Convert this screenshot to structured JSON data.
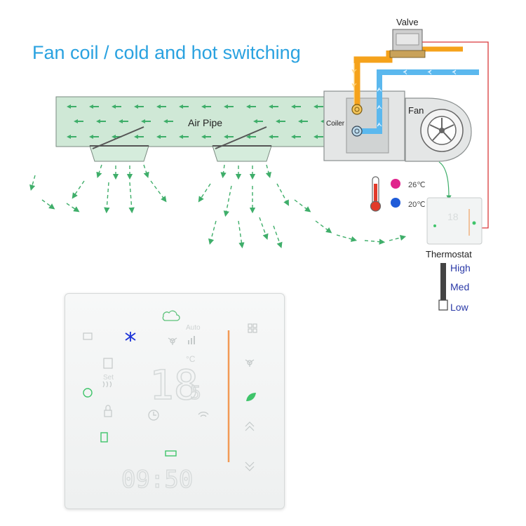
{
  "title": "Fan coil / cold and hot switching",
  "labels": {
    "valve": "Valve",
    "air_pipe": "Air Pipe",
    "coiler": "Coiler",
    "fan": "Fan",
    "thermostat": "Thermostat"
  },
  "temperatures": {
    "hot": "26℃",
    "cold": "20℃"
  },
  "fan_speeds": [
    "High",
    "Med",
    "Low"
  ],
  "thermostat_display": {
    "temperature": "18",
    "temperature_decimal": "5",
    "unit": "°C",
    "clock": "09:50",
    "fan_mode": "Auto",
    "set_label": "Set"
  },
  "colors": {
    "title": "#2aa2e0",
    "hot_pipe": "#f5a21b",
    "cold_pipe": "#5bb8ee",
    "air_pipe": "#cfe8d6",
    "airflow_arrow": "#3fae6a",
    "wire": "#d9383a",
    "hot_dot": "#e0238c",
    "cold_dot": "#1f5bd8",
    "speed_text": "#2b3aa8"
  }
}
